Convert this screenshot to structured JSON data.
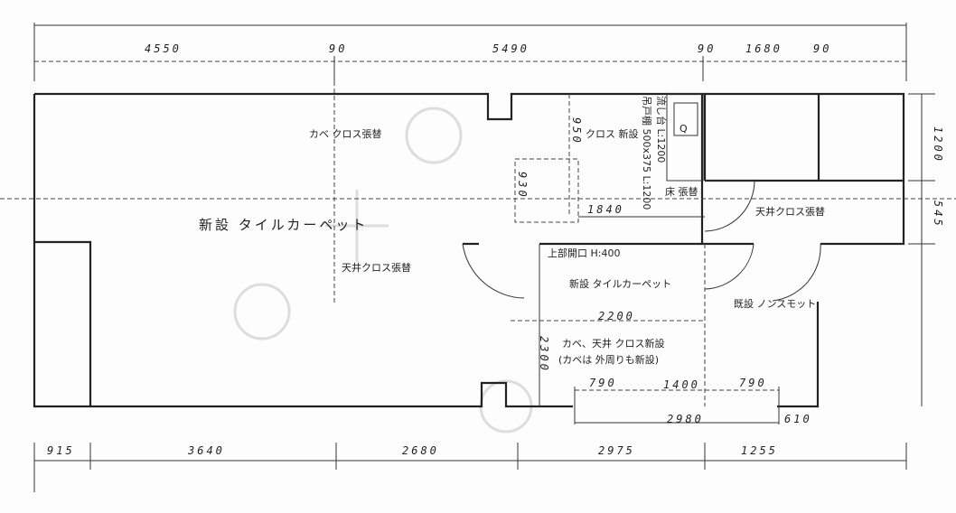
{
  "dimensions": {
    "top": [
      "4550",
      "90",
      "5490",
      "90",
      "1680",
      "90"
    ],
    "bottom": [
      "915",
      "3640",
      "2680",
      "2975",
      "1255"
    ],
    "right": [
      "1200",
      "545"
    ],
    "interior": {
      "kitchen_depth": "950",
      "cabinet": "930",
      "kitchen_width": "1840",
      "room_width": "2200",
      "room_depth": "2300",
      "left_seg": "790",
      "mid_seg": "1400",
      "right_seg": "790",
      "opening_total": "2980",
      "side": "610"
    }
  },
  "labels": {
    "main_floor": "新設 タイルカーペット",
    "wall_cloth": "カベ クロス張替",
    "ceiling_cloth_left": "天井クロス張替",
    "ceiling_cloth_right": "天井クロス張替",
    "sink": "流し台 L:1200",
    "hanging_cabinet": "吊戸棚 500x375 L:1200",
    "cloth_new": "クロス 新設",
    "floor_note": "床 張替",
    "upper_opening": "上部開口 H:400",
    "room_floor": "新設 タイルカーペット",
    "existing_floor": "既設 ノンスモット",
    "room_note_1": "カベ、天井 クロス新設",
    "room_note_2": "(カベは 外周りも新設)",
    "sink_mark": "Q"
  }
}
